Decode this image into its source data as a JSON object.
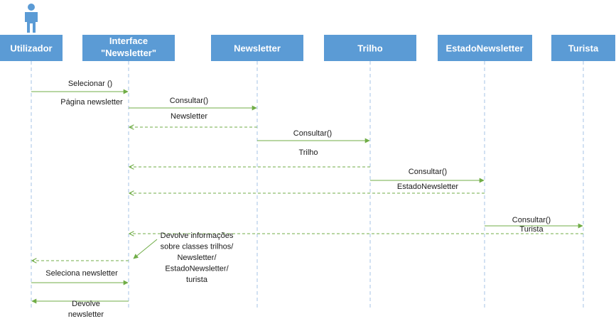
{
  "colors": {
    "box_fill": "#5b9bd5",
    "box_text": "#ffffff",
    "lifeline": "#a6c3e6",
    "arrow": "#70ad47",
    "label": "#1a1a1a",
    "actor": "#5b9bd5"
  },
  "actor_icon": "person-icon",
  "participants": [
    {
      "id": "utilizador",
      "lines": [
        "Utilizador"
      ]
    },
    {
      "id": "interface",
      "lines": [
        "Interface",
        "\"Newsletter\""
      ]
    },
    {
      "id": "newsletter",
      "lines": [
        "Newsletter"
      ]
    },
    {
      "id": "trilho",
      "lines": [
        "Trilho"
      ]
    },
    {
      "id": "estado",
      "lines": [
        "EstadoNewsletter"
      ]
    },
    {
      "id": "turista",
      "lines": [
        "Turista"
      ]
    }
  ],
  "messages": [
    {
      "from": "utilizador",
      "to": "interface",
      "kind": "call",
      "label": [
        "Selecionar ()"
      ]
    },
    {
      "from": "interface",
      "to": "newsletter",
      "kind": "call",
      "label": [
        "Consultar()"
      ]
    },
    {
      "from": "newsletter",
      "to": "interface",
      "kind": "return",
      "label": [
        "Newsletter"
      ]
    },
    {
      "from": "newsletter",
      "to": "trilho",
      "kind": "call",
      "label": [
        "Consultar()"
      ]
    },
    {
      "from": "trilho",
      "to": "interface",
      "kind": "return",
      "label": [
        "Trilho"
      ]
    },
    {
      "from": "trilho",
      "to": "estado",
      "kind": "call",
      "label": [
        "Consultar()"
      ]
    },
    {
      "from": "estado",
      "to": "interface",
      "kind": "return",
      "label": [
        "EstadoNewsletter"
      ]
    },
    {
      "from": "estado",
      "to": "turista",
      "kind": "call",
      "label": [
        "Consultar()"
      ]
    },
    {
      "from": "turista",
      "to": "interface",
      "kind": "return",
      "label": [
        "Turista"
      ]
    },
    {
      "from": "interface",
      "to": "utilizador",
      "kind": "return",
      "label": []
    },
    {
      "from": "utilizador",
      "to": "interface",
      "kind": "call",
      "label": [
        "Seleciona newsletter"
      ]
    },
    {
      "from": "interface",
      "to": "utilizador",
      "kind": "call",
      "label": [
        "Devolve",
        "newsletter"
      ]
    }
  ],
  "notes": [
    {
      "id": "pagina-newsletter",
      "lines": [
        "Página newsletter"
      ]
    },
    {
      "id": "devolve-informacoes",
      "lines": [
        "Devolve  informações",
        "sobre classes trilhos/",
        "Newsletter/",
        "EstadoNewsletter/",
        "turista"
      ]
    }
  ]
}
